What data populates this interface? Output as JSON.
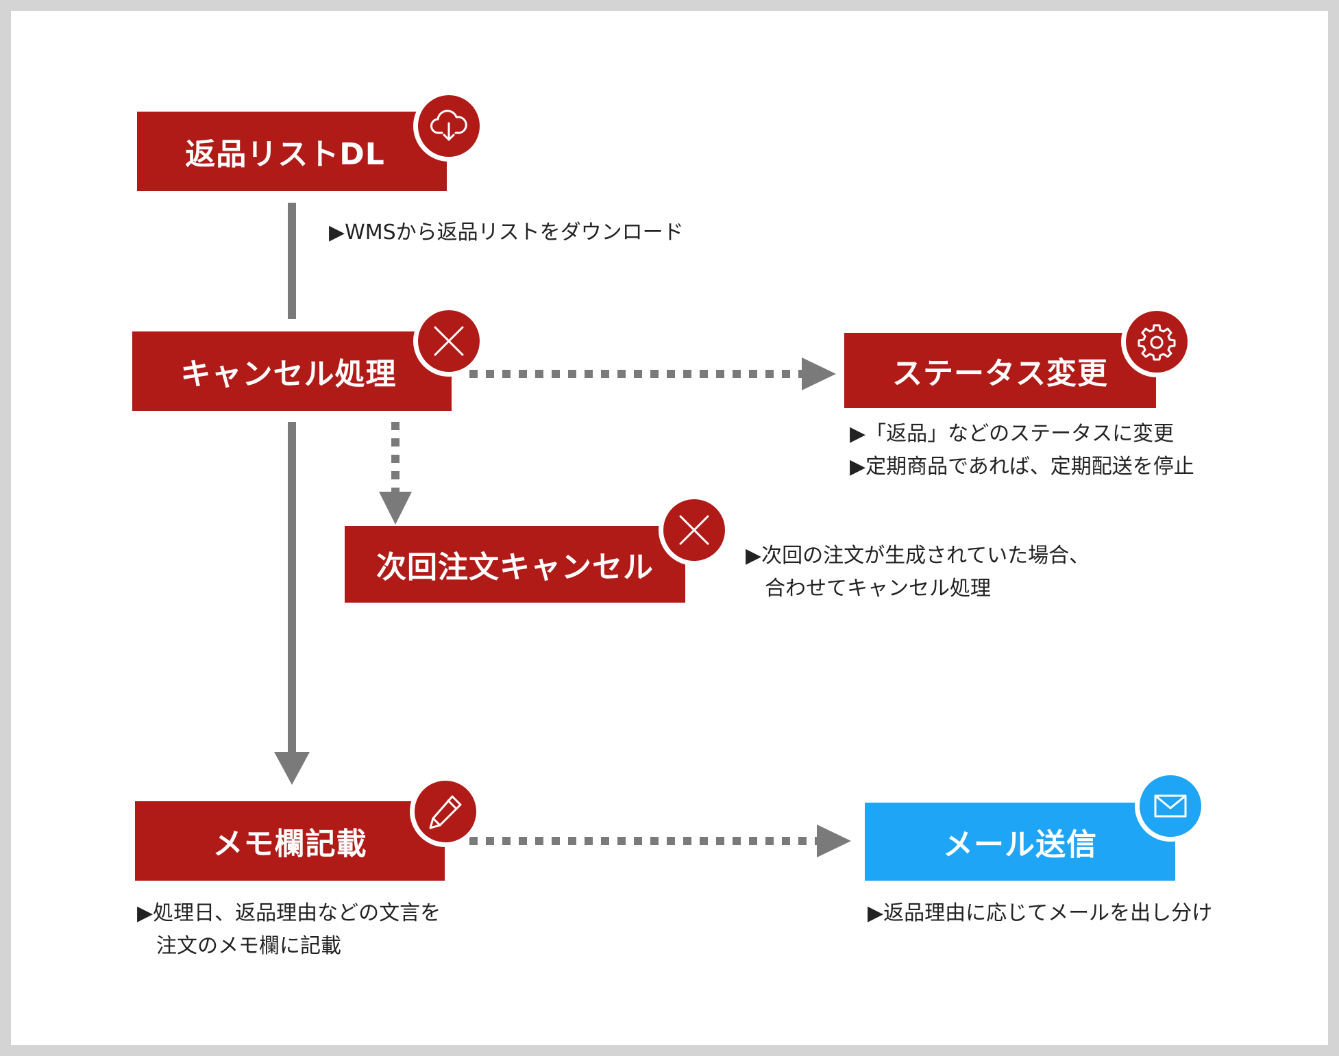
{
  "colors": {
    "step_red": "#b01a17",
    "step_blue": "#1ea5f5",
    "connector": "#7a7a7a",
    "frame": "#d4d4d4"
  },
  "steps": {
    "return_list_dl": {
      "label": "返品リストDL",
      "icon": "cloud-download-icon"
    },
    "cancel_process": {
      "label": "キャンセル処理",
      "icon": "close-icon"
    },
    "status_change": {
      "label": "ステータス変更",
      "icon": "gear-icon"
    },
    "next_order_cancel": {
      "label": "次回注文キャンセル",
      "icon": "close-icon"
    },
    "memo_entry": {
      "label": "メモ欄記載",
      "icon": "pencil-icon"
    },
    "mail_send": {
      "label": "メール送信",
      "icon": "mail-icon"
    }
  },
  "notes": {
    "return_list_dl": [
      "▶WMSから返品リストをダウンロード"
    ],
    "status_change": [
      "▶「返品」などのステータスに変更",
      "▶定期商品であれば、定期配送を停止"
    ],
    "next_order_cancel": [
      "▶次回の注文が生成されていた場合、",
      "合わせてキャンセル処理"
    ],
    "memo_entry": [
      "▶処理日、返品理由などの文言を",
      "注文のメモ欄に記載"
    ],
    "mail_send": [
      "▶返品理由に応じてメールを出し分け"
    ]
  }
}
